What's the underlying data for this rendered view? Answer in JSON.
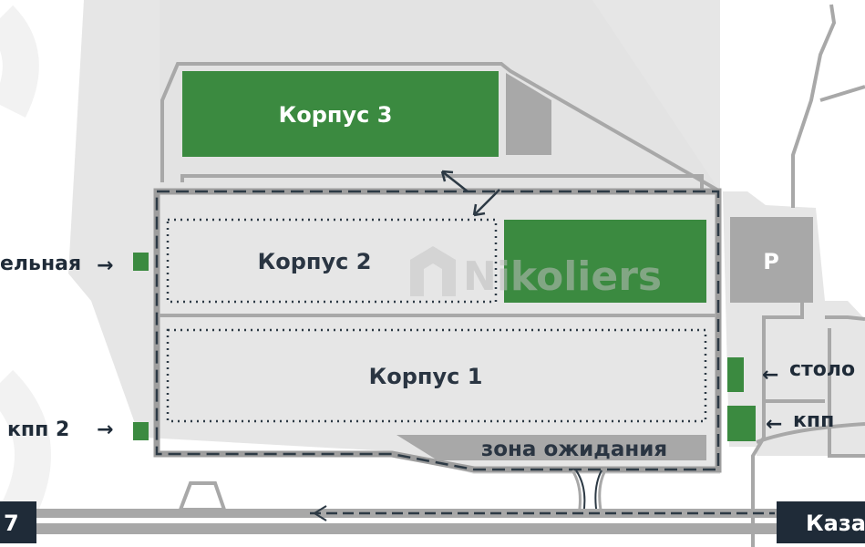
{
  "buildings": {
    "korpus3": "Корпус 3",
    "korpus2": "Корпус 2",
    "korpus1": "Корпус 1"
  },
  "labels": {
    "boiler": "ельная",
    "kpp2": "кпп 2",
    "canteen": "столо",
    "kpp": "кпп",
    "waiting_zone": "зона ожидания",
    "parking": "P"
  },
  "roads": {
    "left": "7",
    "right": "Каза"
  },
  "watermark": "Nikoliers",
  "colors": {
    "green": "#3b8a40",
    "land": "#e6e6e6",
    "road": "#a8a8a8",
    "dark": "#1f2b38"
  }
}
